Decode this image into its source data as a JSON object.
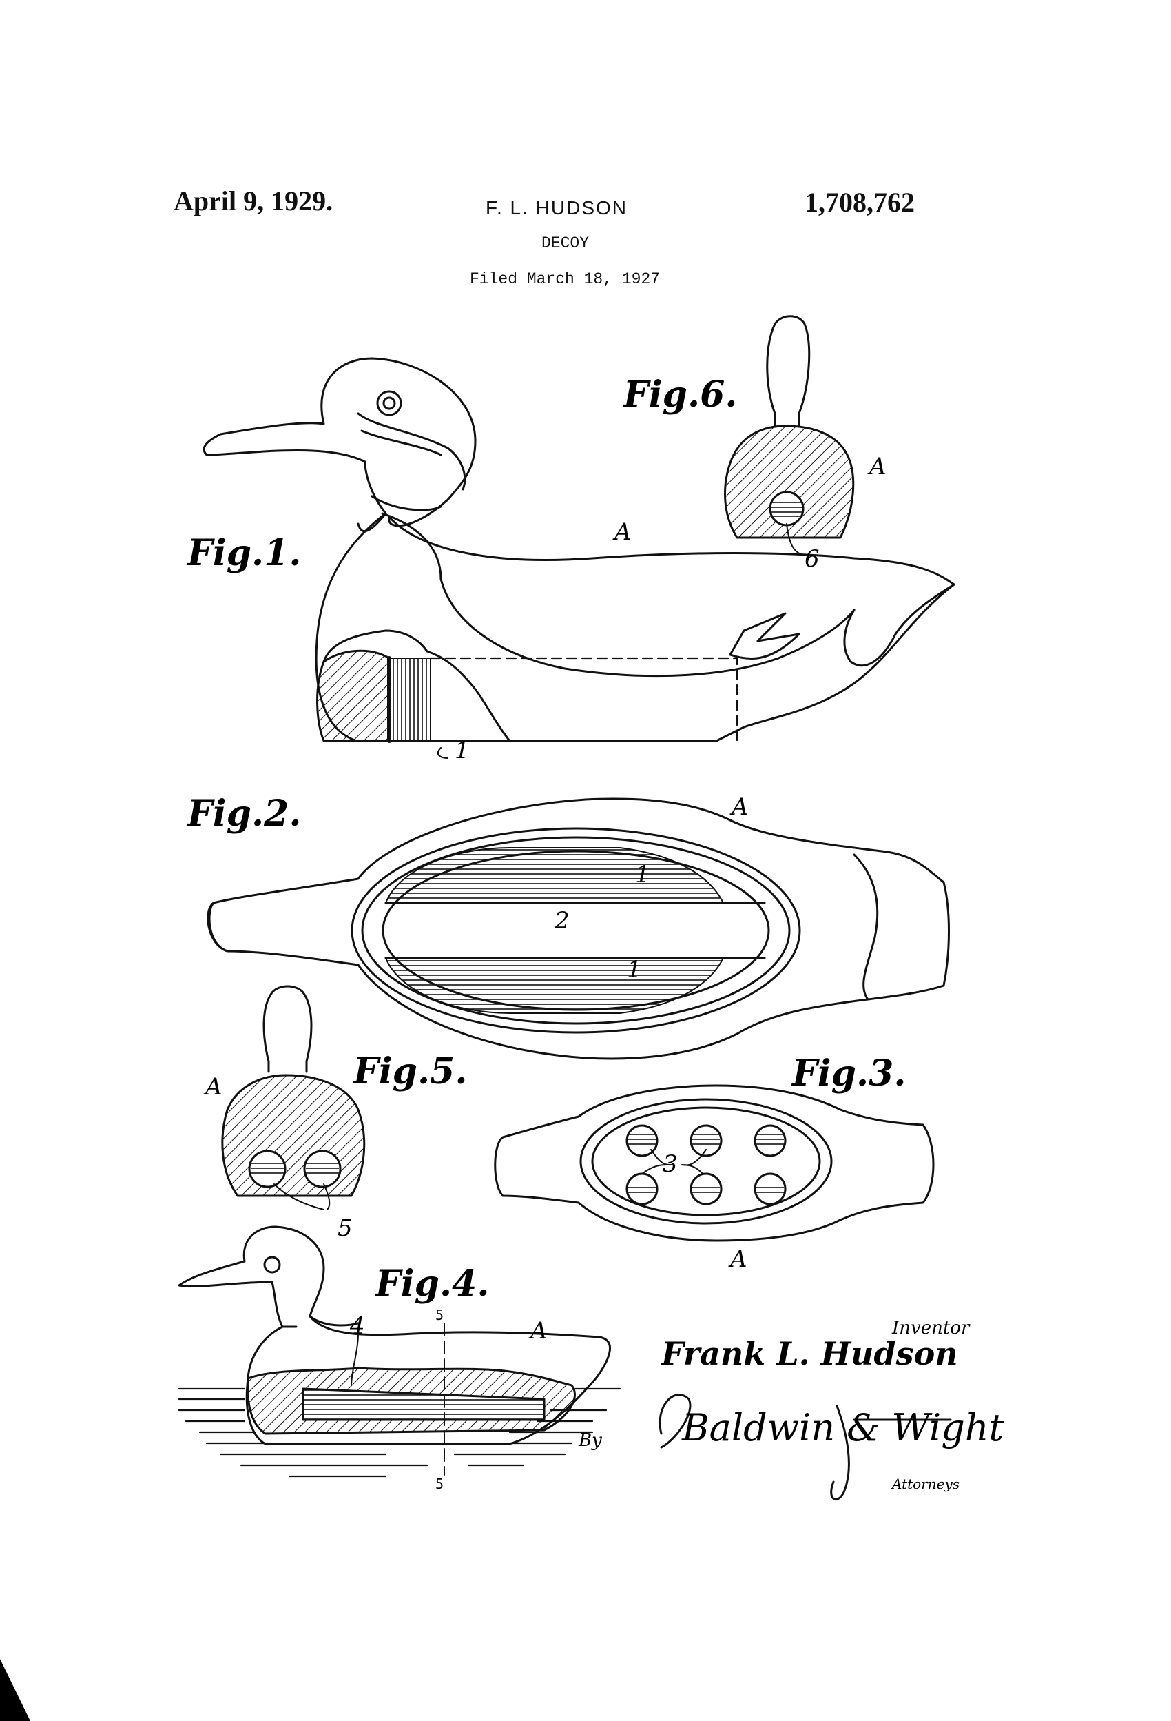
{
  "header": {
    "date": "April 9, 1929.",
    "inventor_name": "F. L. HUDSON",
    "patent_number": "1,708,762",
    "title": "DECOY",
    "filed": "Filed March 18, 1927"
  },
  "figures": {
    "fig1": "Fig.1.",
    "fig2": "Fig.2.",
    "fig3": "Fig.3.",
    "fig4": "Fig.4.",
    "fig5": "Fig.5.",
    "fig6": "Fig.6."
  },
  "refs": {
    "a": "A",
    "one": "1",
    "two": "2",
    "three": "3",
    "four": "4",
    "five": "5",
    "six": "6",
    "section": "5"
  },
  "signature": {
    "inventor_label": "Inventor",
    "inventor_name": "Frank L. Hudson",
    "by": "By",
    "attorneys_name": "Baldwin & Wight",
    "attorneys_label": "Attorneys"
  },
  "colors": {
    "ink": "#111111",
    "paper": "#ffffff"
  }
}
